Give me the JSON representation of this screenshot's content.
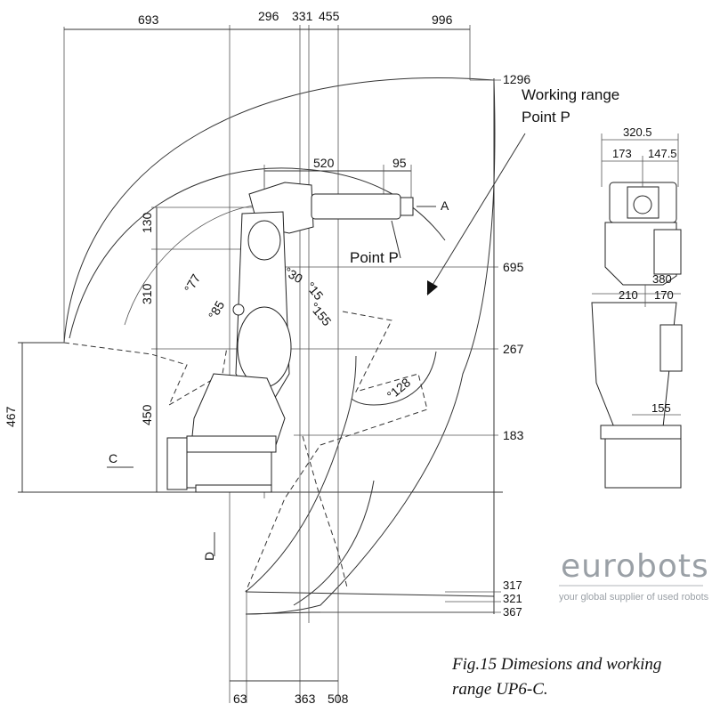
{
  "top_dimensions": [
    "693",
    "296",
    "331",
    "455",
    "996"
  ],
  "right_dimensions": [
    "1296",
    "695",
    "267",
    "183",
    "317",
    "321",
    "367"
  ],
  "bottom_dimensions": [
    "63",
    "363",
    "508"
  ],
  "left_dimensions": [
    "130",
    "310",
    "450",
    "467"
  ],
  "arm_dimensions": [
    "520",
    "95"
  ],
  "angles": [
    "°77",
    "°85",
    "°30",
    "°15",
    "°155",
    "°128"
  ],
  "side_view_dimensions": [
    "320.5",
    "173",
    "147.5",
    "380",
    "210",
    "170",
    "155"
  ],
  "labels": {
    "working_range_line1": "Working range",
    "working_range_line2": "Point P",
    "point_p": "Point P",
    "view_a": "A",
    "view_c": "C",
    "view_d": "D"
  },
  "caption": {
    "line1": "Fig.15   Dimesions and working",
    "line2": "range UP6-C."
  },
  "logo": {
    "name": "eurobots",
    "tagline": "your global supplier of used robots"
  }
}
